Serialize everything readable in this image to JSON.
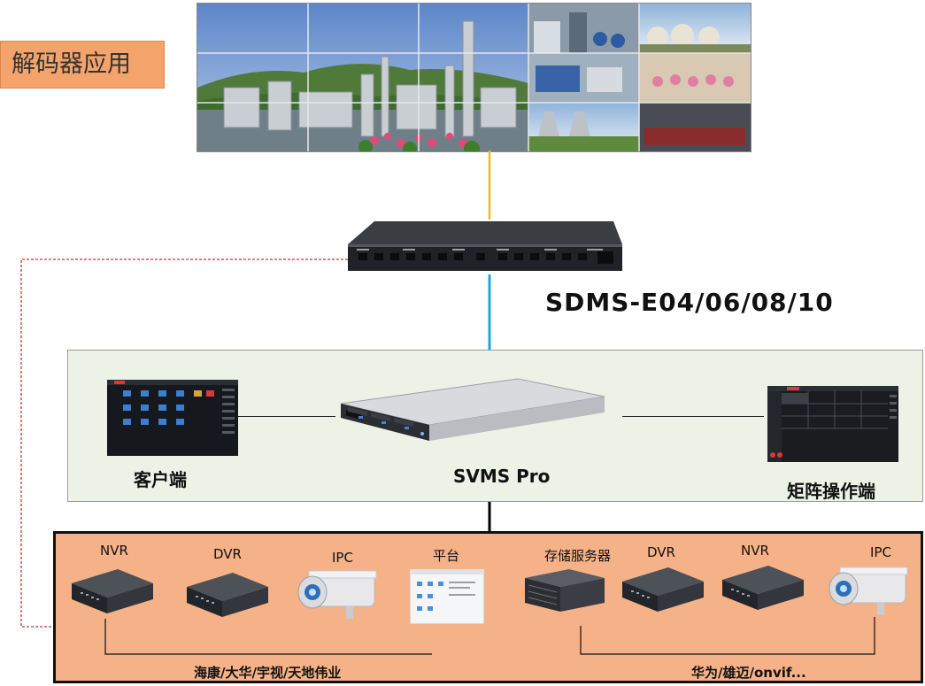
{
  "title": "解码器应用",
  "decoder": {
    "model": "SDMS-E04/06/08/10"
  },
  "platform": {
    "client_label": "客户端",
    "server_label": "SVMS Pro",
    "matrix_label": "矩阵操作端"
  },
  "devices": {
    "items": [
      {
        "label": "NVR",
        "icon": "nvr-icon"
      },
      {
        "label": "DVR",
        "icon": "dvr-icon"
      },
      {
        "label": "IPC",
        "icon": "ipc-camera-icon"
      },
      {
        "label": "平台",
        "icon": "platform-screen-icon"
      },
      {
        "label": "存储服务器",
        "icon": "storage-server-icon"
      },
      {
        "label": "DVR",
        "icon": "dvr-icon"
      },
      {
        "label": "NVR",
        "icon": "nvr-icon"
      },
      {
        "label": "IPC",
        "icon": "ipc-camera-icon"
      }
    ],
    "brands_left": "海康/大华/宇视/天地伟业",
    "brands_right": "华为/雄迈/onvif..."
  },
  "colors": {
    "title_bg": "#f4a46a",
    "link_top": "#f2bc1b",
    "link_mid": "#1fa8d8",
    "dashed_link": "#c0392b",
    "platform_bg": "#edf2e6",
    "devices_bg": "#f5b187"
  }
}
